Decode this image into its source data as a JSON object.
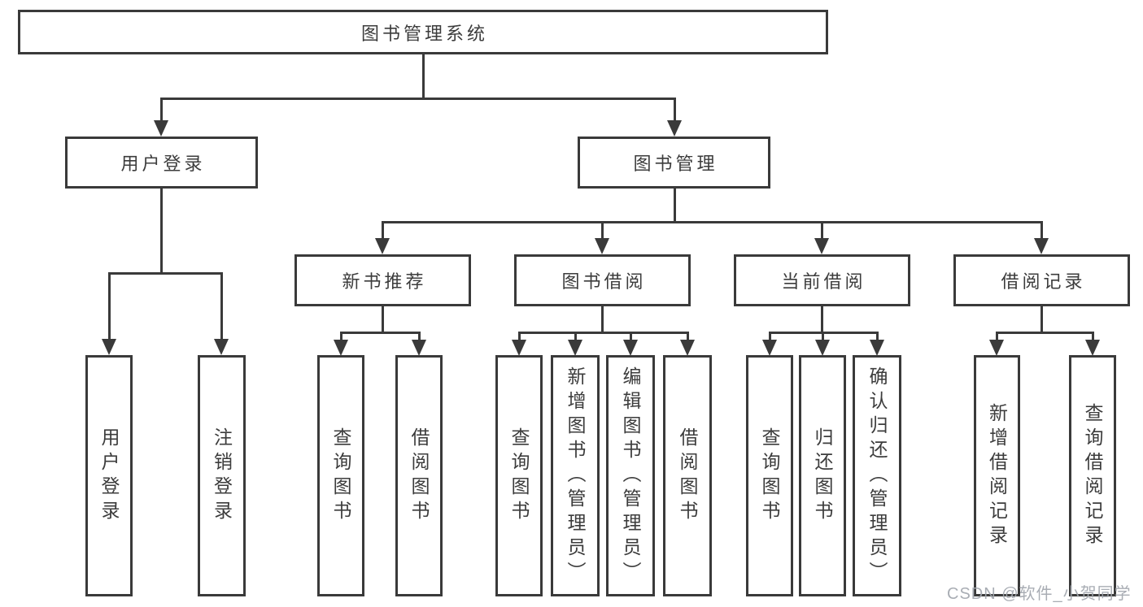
{
  "diagram": {
    "root": "图书管理系统",
    "branches": [
      {
        "label": "用户登录",
        "children": [
          "用户登录",
          "注销登录"
        ]
      },
      {
        "label": "图书管理",
        "children": [
          {
            "label": "新书推荐",
            "children": [
              "查询图书",
              "借阅图书"
            ]
          },
          {
            "label": "图书借阅",
            "children": [
              "查询图书",
              "新增图书（管理员）",
              "编辑图书（管理员）",
              "借阅图书"
            ]
          },
          {
            "label": "当前借阅",
            "children": [
              "查询图书",
              "归还图书",
              "确认归还（管理员）"
            ]
          },
          {
            "label": "借阅记录",
            "children": [
              "新增借阅记录",
              "查询借阅记录"
            ]
          }
        ]
      }
    ]
  },
  "watermark": "CSDN @软件_小贺同学",
  "colors": {
    "line": "#3a3a3a",
    "text": "#3c3c3c",
    "background": "#ffffff",
    "watermark": "#a2a7ae"
  }
}
